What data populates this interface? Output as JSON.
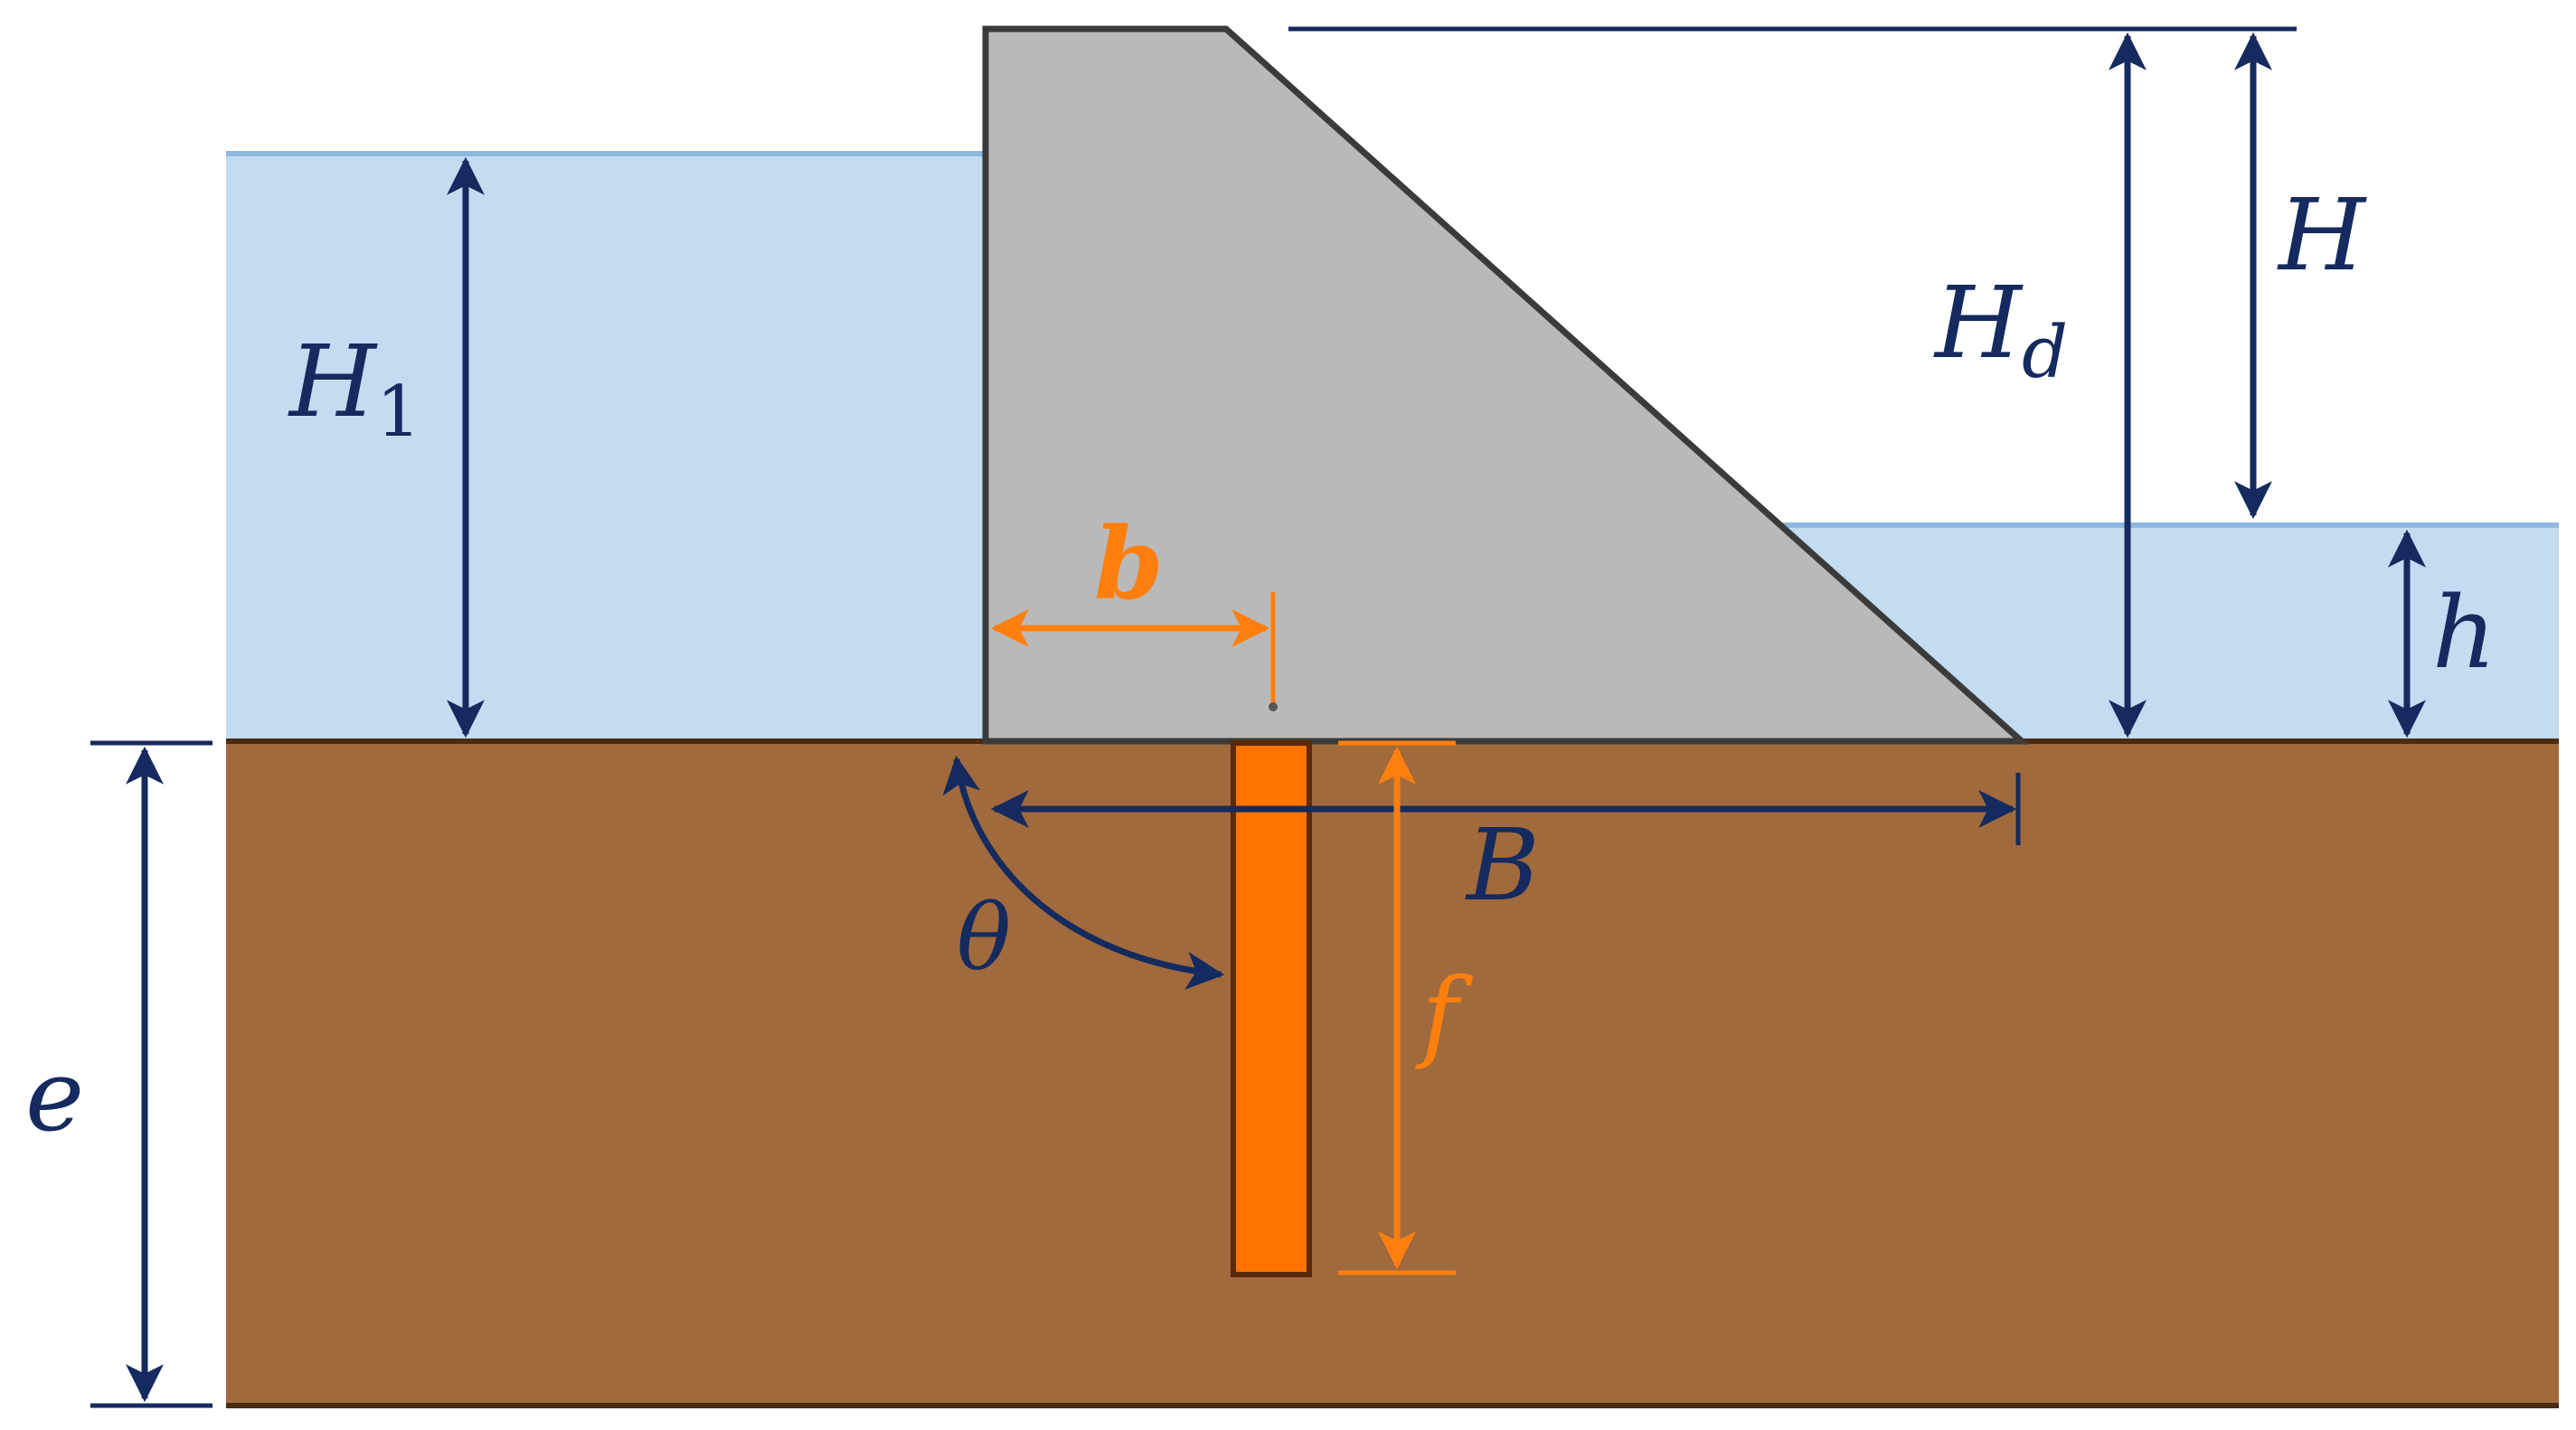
{
  "labels": {
    "H1_main": "H",
    "H1_sub": "1",
    "Hd_main": "H",
    "Hd_sub": "d",
    "H": "H",
    "h": "h",
    "b": "b",
    "B": "B",
    "theta": "θ",
    "f": "f",
    "e": "e"
  },
  "colors": {
    "water": "#c3dcf2",
    "water_line": "#8fb8e0",
    "soil": "#a06a3c",
    "soil_line": "#4a2c14",
    "dam": "#b9b9b9",
    "dam_outline": "#3b3b3b",
    "navy": "#152a5e",
    "orange": "#ff7f0e",
    "cutoff_fill": "#ff7400",
    "cutoff_outline": "#5a2a0a"
  }
}
